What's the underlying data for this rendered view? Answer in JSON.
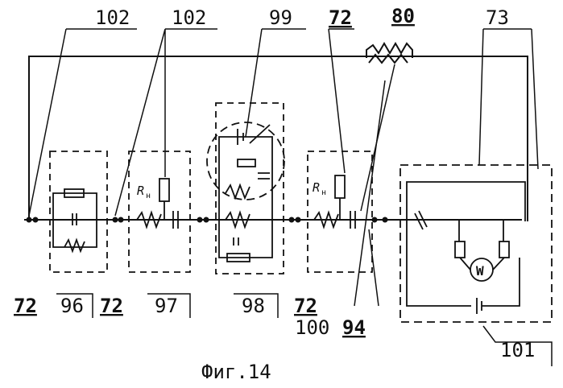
{
  "labels": {
    "l102a": "102",
    "l102b": "102",
    "l99": "99",
    "l72top": "72",
    "l80": "80",
    "l73": "73",
    "l72a": "72",
    "l96": "96",
    "l72b": "72",
    "l97": "97",
    "l98": "98",
    "l72c": "72",
    "l100": "100",
    "l94": "94",
    "l101": "101"
  },
  "resistor_labels": {
    "rn1": "R",
    "rn1_sub": "н",
    "rn2": "R",
    "rn2_sub": "н"
  },
  "caption": "Фиг.14"
}
